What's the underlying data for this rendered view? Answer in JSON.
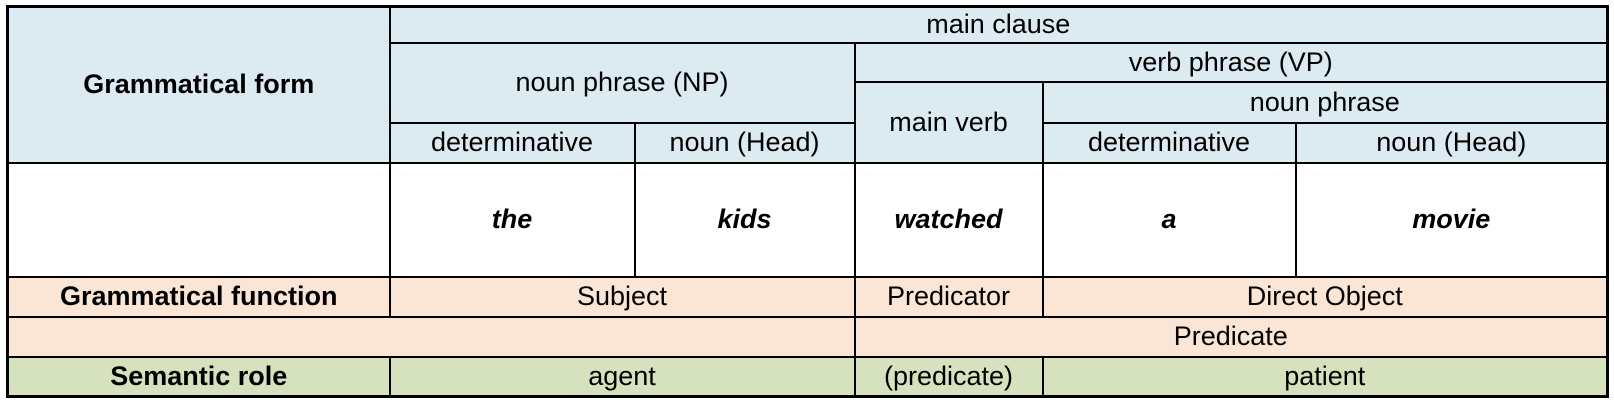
{
  "colors": {
    "header_bg": "#dcebf2",
    "function_bg": "#fbe6d5",
    "role_bg": "#d6e2bd",
    "word_color": "#1f3864",
    "border_color": "#000000"
  },
  "grammatical_form": {
    "row_label": "Grammatical form",
    "main_clause": "main clause",
    "noun_phrase_np": "noun phrase (NP)",
    "verb_phrase_vp": "verb phrase (VP)",
    "main_verb": "main verb",
    "noun_phrase": "noun phrase",
    "subject_determinative": "determinative",
    "subject_noun_head": "noun (Head)",
    "object_determinative": "determinative",
    "object_noun_head": "noun (Head)"
  },
  "sentence": [
    "the",
    "kids",
    "watched",
    "a",
    "movie"
  ],
  "grammatical_function": {
    "row_label": "Grammatical function",
    "subject": "Subject",
    "predicator": "Predicator",
    "direct_object": "Direct Object",
    "predicate": "Predicate"
  },
  "semantic_role": {
    "row_label": "Semantic role",
    "agent": "agent",
    "predicate": "(predicate)",
    "patient": "patient"
  }
}
